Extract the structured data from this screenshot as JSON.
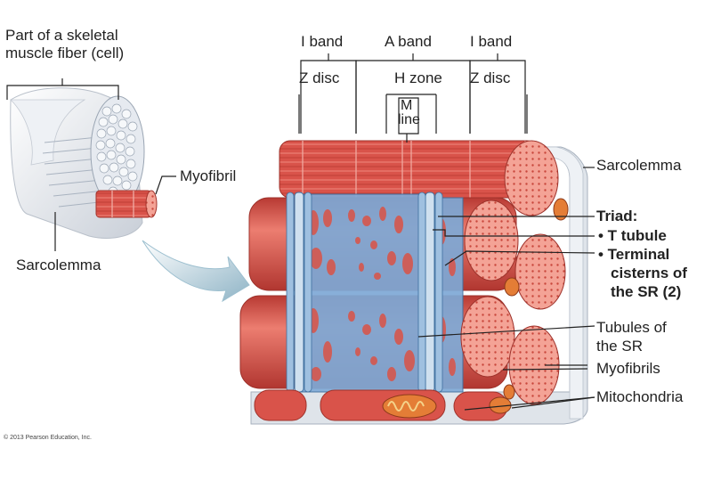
{
  "labels": {
    "part_of_fiber_line1": "Part of a skeletal",
    "part_of_fiber_line2": "muscle fiber (cell)",
    "myofibril": "Myofibril",
    "sarcolemma_left": "Sarcolemma",
    "i_band_left": "I band",
    "a_band": "A band",
    "i_band_right": "I band",
    "z_disc_left": "Z disc",
    "h_zone": "H zone",
    "m_line_1": "M",
    "m_line_2": "line",
    "z_disc_right": "Z disc",
    "sarcolemma_right": "Sarcolemma",
    "triad": "Triad:",
    "t_tubule": "• T tubule",
    "terminal_1": "• Terminal",
    "terminal_2": "cisterns of",
    "terminal_3": "the SR (2)",
    "tubules_1": "Tubules of",
    "tubules_2": "the SR",
    "myofibrils": "Myofibrils",
    "mitochondria": "Mitochondria"
  },
  "copyright": "© 2013 Pearson Education, Inc.",
  "colors": {
    "muscle_red": "#d9534a",
    "muscle_light": "#ec8a7e",
    "sr_blue": "#6f9fcf",
    "sr_dark": "#3f6f9f",
    "sarcolemma_gray": "#dfe4ea",
    "leader_line": "#222222"
  }
}
